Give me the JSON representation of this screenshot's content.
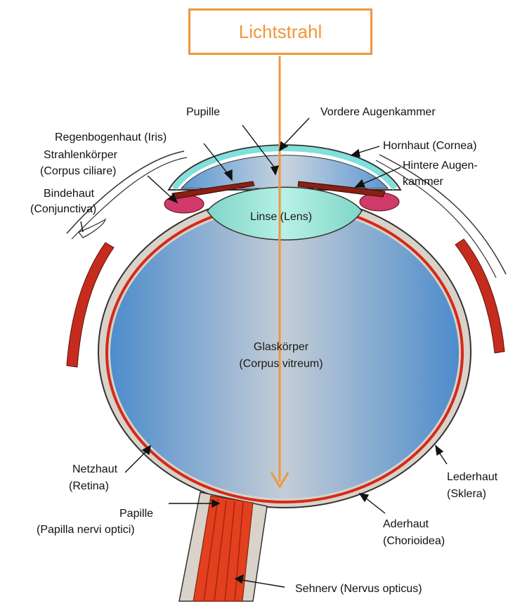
{
  "title": "Lichtstrahl",
  "labels": {
    "pupille": "Pupille",
    "vordere_augenkammer": "Vordere Augenkammer",
    "regenbogenhaut": "Regenbogenhaut (Iris)",
    "hornhaut": "Hornhaut (Cornea)",
    "strahlenkoerper_1": "Strahlenkörper",
    "strahlenkoerper_2": "(Corpus ciliare)",
    "hintere_augenkammer_1": "Hintere Augen-",
    "hintere_augenkammer_2": "kammer",
    "bindehaut_1": "Bindehaut",
    "bindehaut_2": "(Conjunctiva)",
    "linse": "Linse (Lens)",
    "glaskoerper_1": "Glaskörper",
    "glaskoerper_2": "(Corpus vitreum)",
    "netzhaut_1": "Netzhaut",
    "netzhaut_2": "(Retina)",
    "lederhaut_1": "Lederhaut",
    "lederhaut_2": "(Sklera)",
    "papille_1": "Papille",
    "papille_2": "(Papilla nervi optici)",
    "aderhaut_1": "Aderhaut",
    "aderhaut_2": "(Chorioidea)",
    "sehnerv": "Sehnerv (Nervus opticus)"
  },
  "colors": {
    "light_ray": "#f0963c",
    "vitreous_blue": "#6fa3d6",
    "sclera": "#d9d2c9",
    "retina_red": "#d42a1a",
    "lens": "#8fe0d2",
    "cornea": "#7fe0dc"
  }
}
